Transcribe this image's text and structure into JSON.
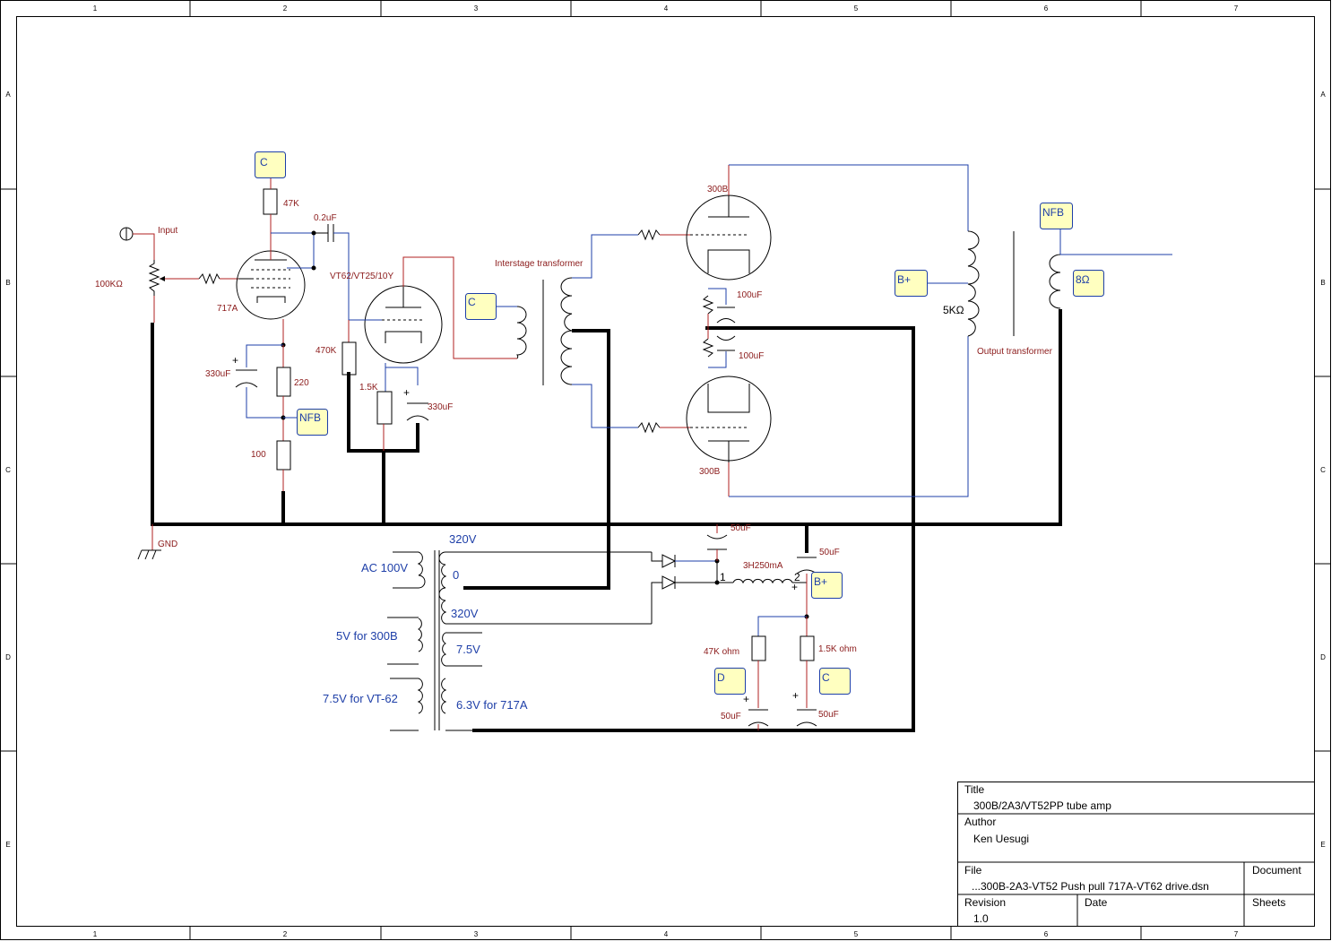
{
  "title_block": {
    "title_label": "Title",
    "title": "300B/2A3/VT52PP tube amp",
    "author_label": "Author",
    "author": "Ken Uesugi",
    "file_label": "File",
    "file": "...300B-2A3-VT52 Push pull 717A-VT62 drive.dsn",
    "document_label": "Document",
    "revision_label": "Revision",
    "revision": "1.0",
    "date_label": "Date",
    "sheets_label": "Sheets"
  },
  "border": {
    "columns": [
      "1",
      "2",
      "3",
      "4",
      "5",
      "6",
      "7"
    ],
    "rows": [
      "A",
      "B",
      "C",
      "D",
      "E"
    ]
  },
  "flags": {
    "c_top": "C",
    "c_interstage": "C",
    "nfb_cathode": "NFB",
    "nfb_output": "NFB",
    "bplus_output": "B+",
    "ohm8": "8Ω",
    "bplus_supply": "B+",
    "d_supply": "D",
    "c_supply": "C"
  },
  "labels": {
    "input": "Input",
    "pot": "100KΩ",
    "r47k": "47K",
    "cap02": "0.2uF",
    "tube717": "717A",
    "tubevt62": "VT62/VT25/10Y",
    "cap330a": "330uF",
    "r220": "220",
    "r100": "100",
    "r470k": "470K",
    "r15k": "1.5K",
    "cap330b": "330uF",
    "gnd": "GND",
    "interstage": "Interstage transformer",
    "tube300b_top": "300B",
    "tube300b_bot": "300B",
    "cap100a": "100uF",
    "cap100b": "100uF",
    "ohm5k": "5KΩ",
    "output_tr": "Output transformer",
    "cap50a": "50uF",
    "choke": "3H250mA",
    "cap50b": "50uF",
    "pin1": "1",
    "pin2": "2",
    "r47kohm": "47K ohm",
    "r15kohm": "1.5K ohm",
    "cap50c": "50uF",
    "cap50d": "50uF"
  },
  "power": {
    "ac": "AC 100V",
    "v320a": "320V",
    "zero": "0",
    "v320b": "320V",
    "v5": "5V for 300B",
    "v75a": "7.5V",
    "v75b": "7.5V for VT-62",
    "v63": "6.3V  for 717A"
  }
}
